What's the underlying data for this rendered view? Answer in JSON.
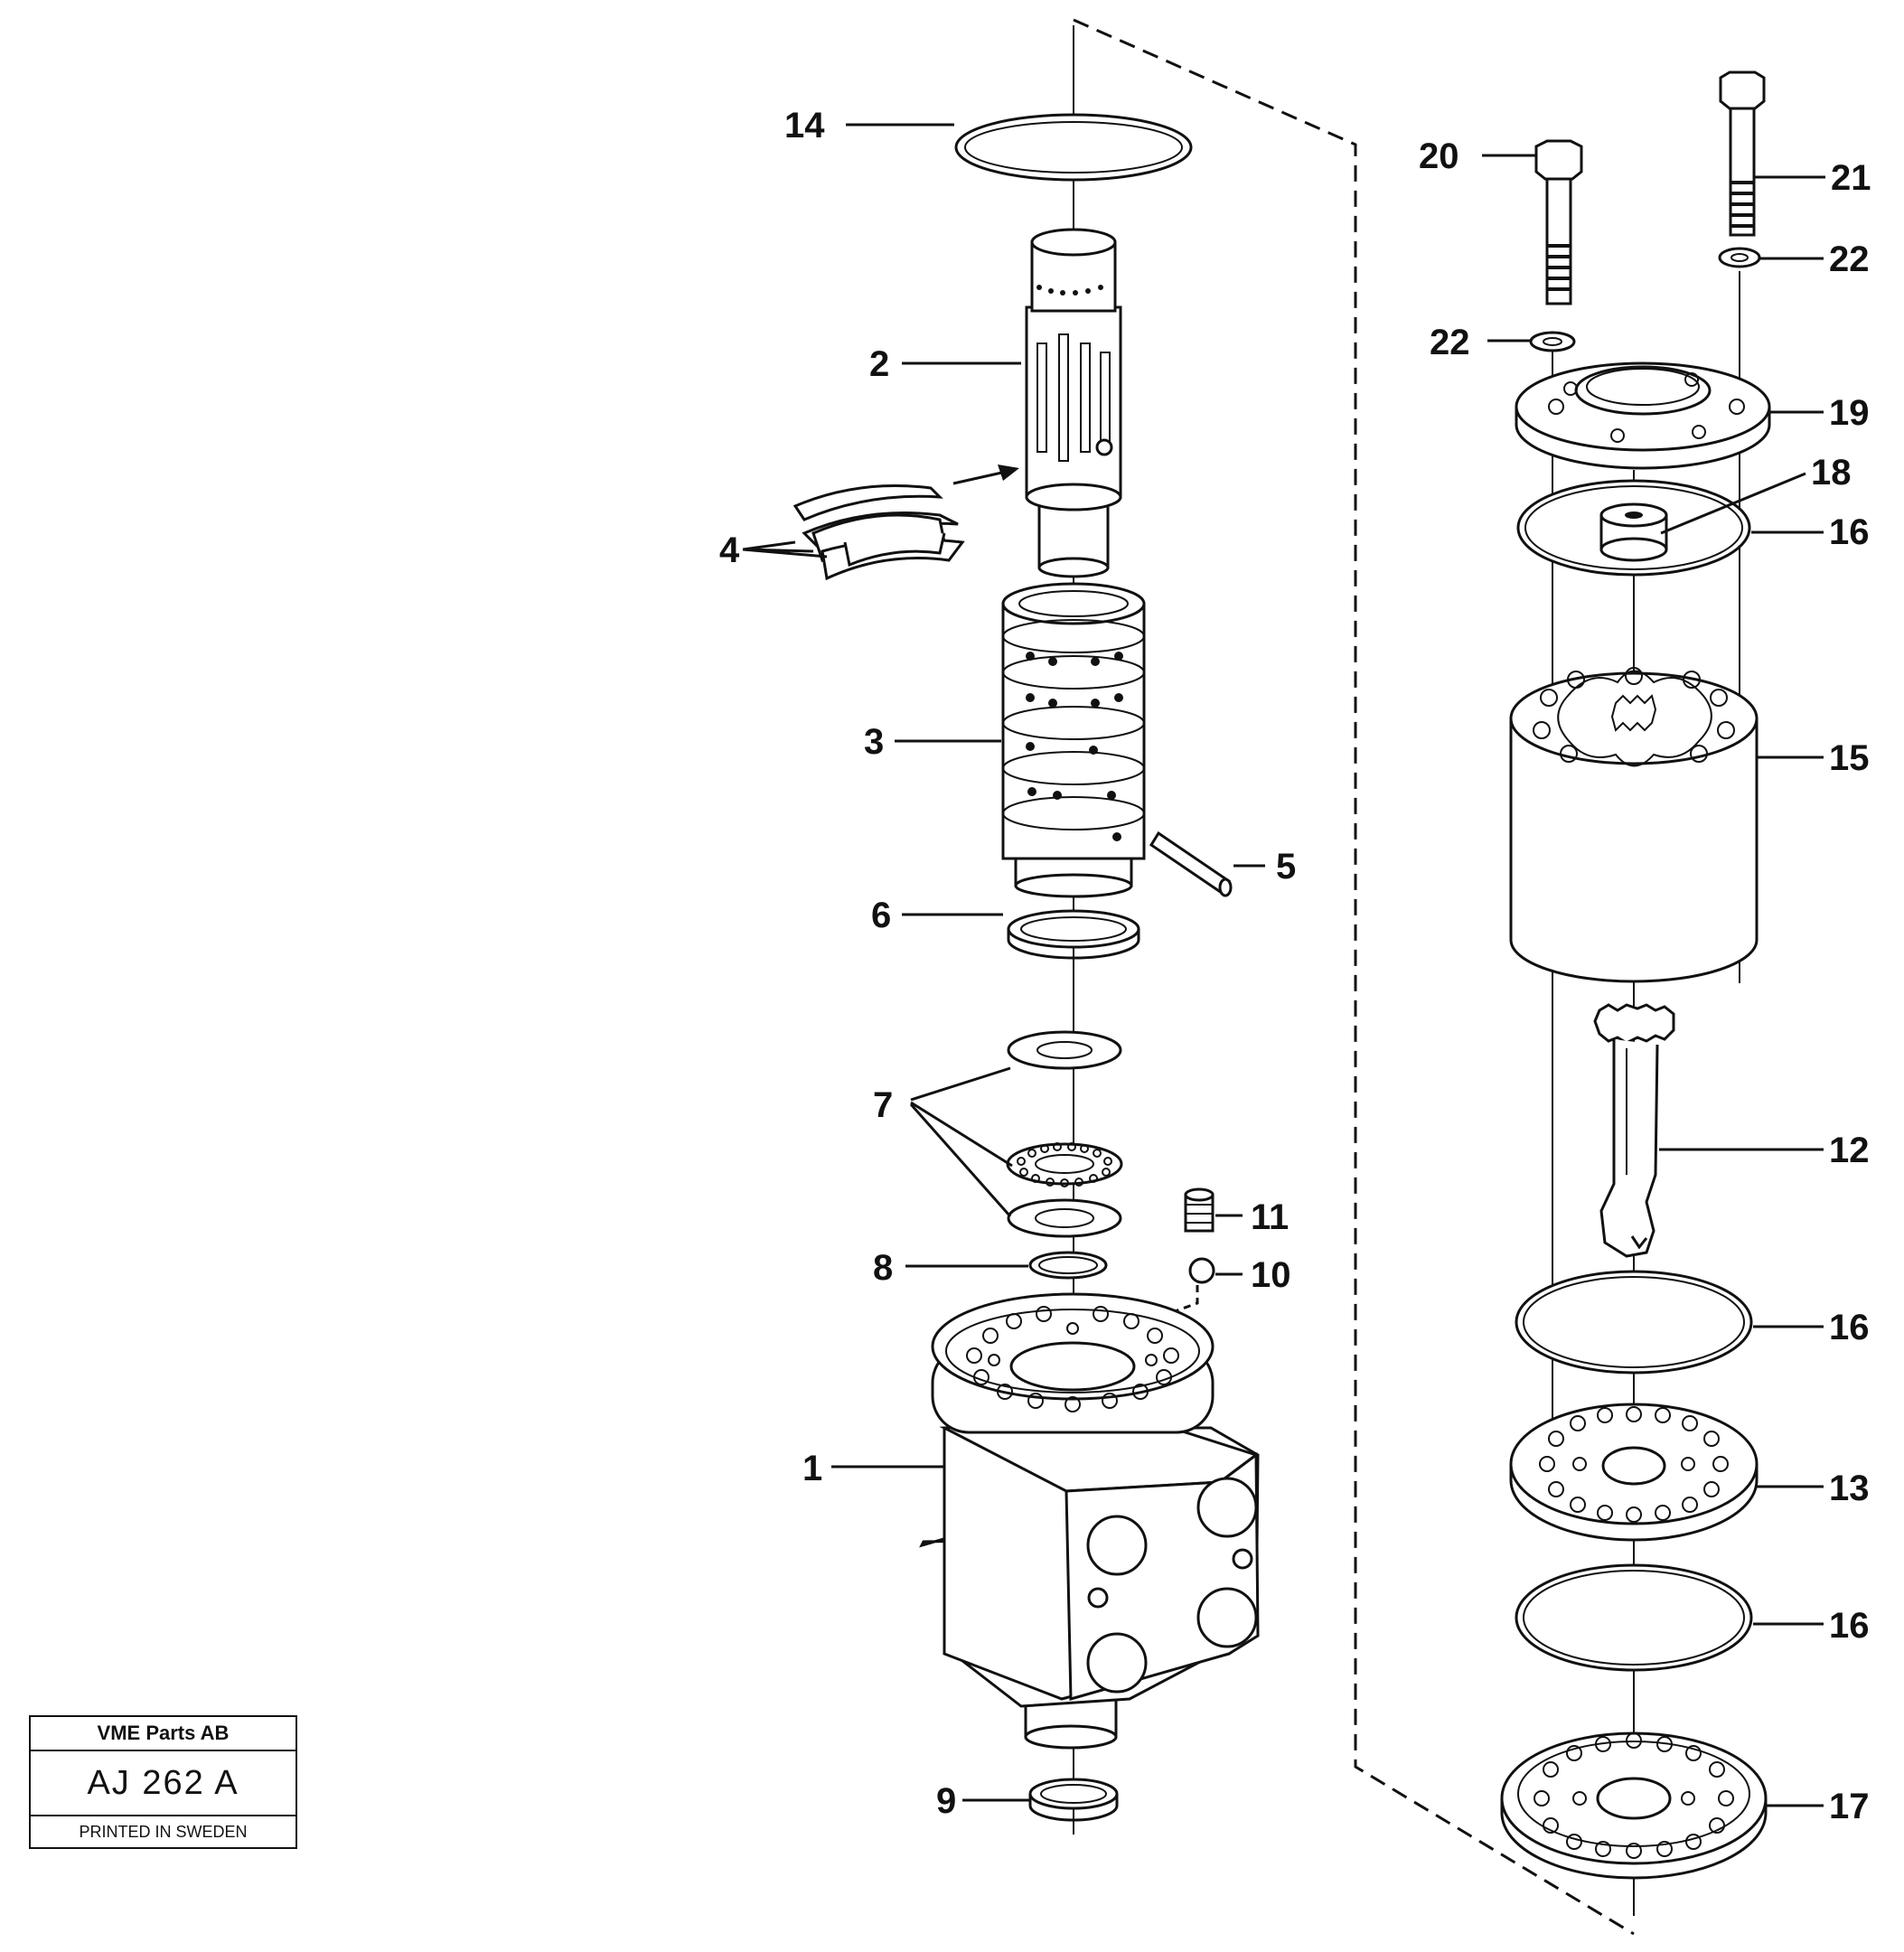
{
  "callouts": [
    {
      "id": "c14",
      "text": "14"
    },
    {
      "id": "c2",
      "text": "2"
    },
    {
      "id": "c4",
      "text": "4"
    },
    {
      "id": "c3",
      "text": "3"
    },
    {
      "id": "c5",
      "text": "5"
    },
    {
      "id": "c6",
      "text": "6"
    },
    {
      "id": "c7",
      "text": "7"
    },
    {
      "id": "c8",
      "text": "8"
    },
    {
      "id": "c11",
      "text": "11"
    },
    {
      "id": "c10",
      "text": "10"
    },
    {
      "id": "c1",
      "text": "1"
    },
    {
      "id": "c9",
      "text": "9"
    },
    {
      "id": "c20",
      "text": "20"
    },
    {
      "id": "c21",
      "text": "21"
    },
    {
      "id": "c22a",
      "text": "22"
    },
    {
      "id": "c22b",
      "text": "22"
    },
    {
      "id": "c19",
      "text": "19"
    },
    {
      "id": "c18",
      "text": "18"
    },
    {
      "id": "c16a",
      "text": "16"
    },
    {
      "id": "c15",
      "text": "15"
    },
    {
      "id": "c12",
      "text": "12"
    },
    {
      "id": "c16b",
      "text": "16"
    },
    {
      "id": "c13",
      "text": "13"
    },
    {
      "id": "c16c",
      "text": "16"
    },
    {
      "id": "c17",
      "text": "17"
    }
  ],
  "stamp": {
    "company": "VME Parts AB",
    "code": "AJ 262 A",
    "printed": "PRINTED IN SWEDEN"
  }
}
